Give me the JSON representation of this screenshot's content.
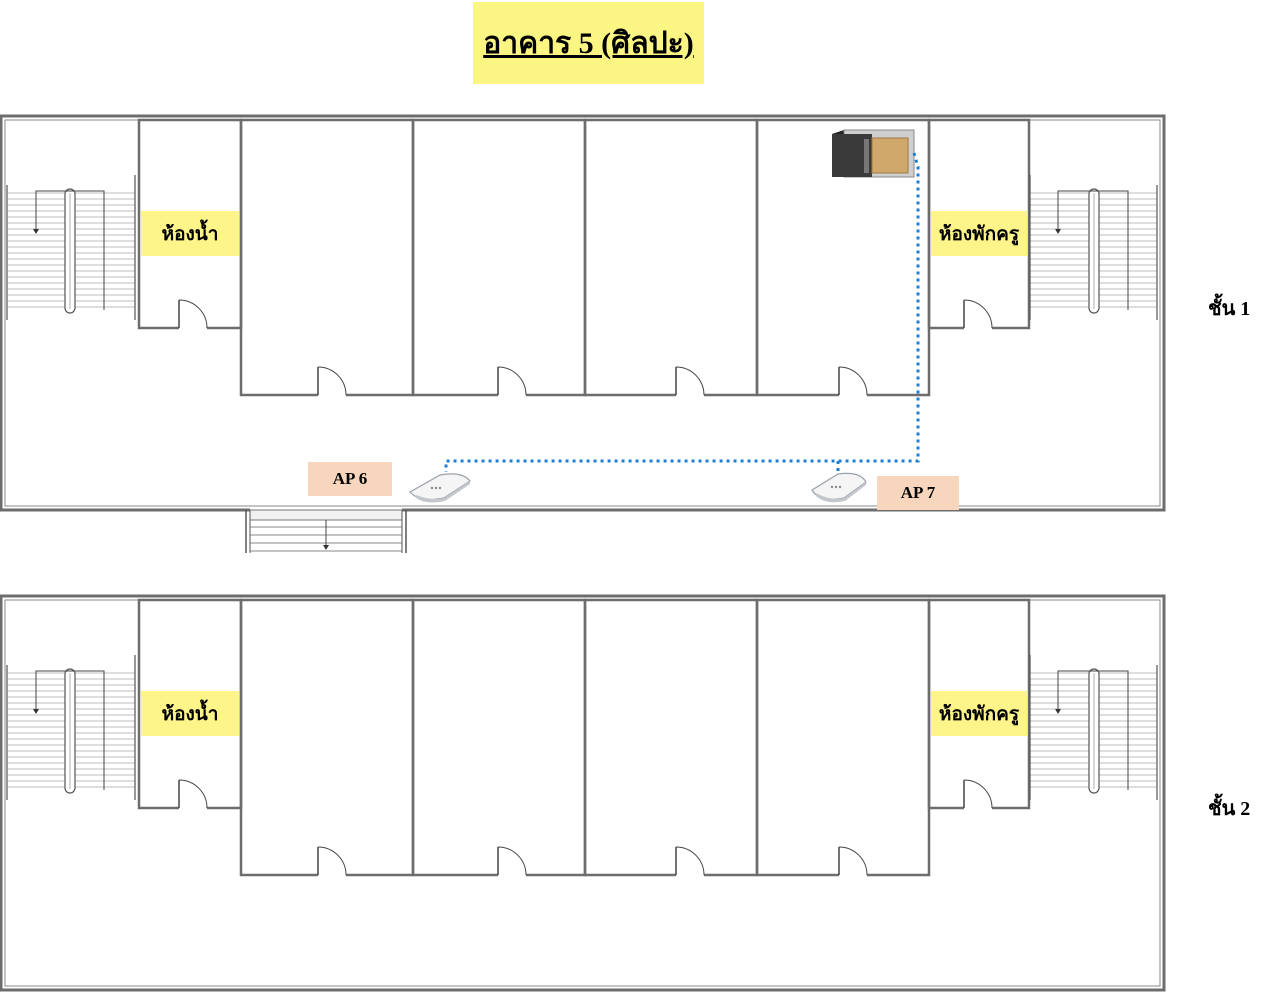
{
  "title": "อาคาร 5 (ศิลปะ)",
  "floors": [
    {
      "label": "ชั้น 1",
      "rooms": {
        "restroom": "ห้องน้ำ",
        "teacher_room": "ห้องพักครู"
      },
      "access_points": [
        {
          "label": "AP 6"
        },
        {
          "label": "AP 7"
        }
      ],
      "has_network_cabinet": true
    },
    {
      "label": "ชั้น 2",
      "rooms": {
        "restroom": "ห้องน้ำ",
        "teacher_room": "ห้องพักครู"
      },
      "access_points": [],
      "has_network_cabinet": false
    }
  ],
  "colors": {
    "room_label_bg": "#fdf58a",
    "ap_label_bg": "#f8d5bd",
    "title_bg": "#fbf583",
    "cable": "#1e7fd0",
    "wall": "#6d6d6d"
  }
}
